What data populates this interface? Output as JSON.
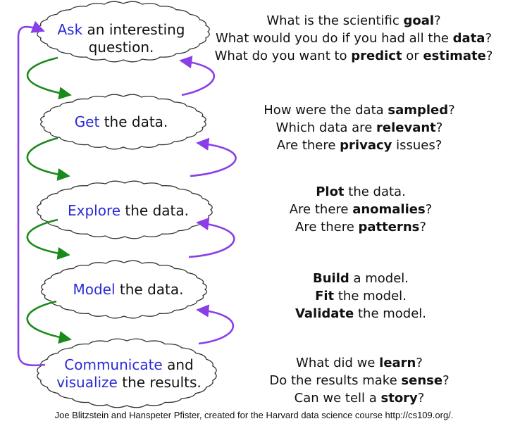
{
  "steps": [
    {
      "keyword": "Ask",
      "rest1": " an interesting",
      "line2": "question."
    },
    {
      "keyword": "Get",
      "rest1": " the data."
    },
    {
      "keyword": "Explore",
      "rest1": " the data."
    },
    {
      "keyword": "Model",
      "rest1": " the data."
    },
    {
      "keyword": "Communicate",
      "rest1": " and",
      "keyword2": "visualize",
      "rest2": " the results."
    }
  ],
  "questions": [
    [
      {
        "pre": "What is the scientific ",
        "bold": "goal",
        "post": "?"
      },
      {
        "pre": "What would you do if you had all the ",
        "bold": "data",
        "post": "?"
      },
      {
        "pre": "What do you want to ",
        "bold": "predict",
        "mid": " or ",
        "bold2": "estimate",
        "post": "?"
      }
    ],
    [
      {
        "pre": "How were the data ",
        "bold": "sampled",
        "post": "?"
      },
      {
        "pre": "Which data are ",
        "bold": "relevant",
        "post": "?"
      },
      {
        "pre": "Are there ",
        "bold": "privacy",
        "post": " issues?"
      }
    ],
    [
      {
        "pre": "",
        "bold": "Plot",
        "post": " the data."
      },
      {
        "pre": "Are there ",
        "bold": "anomalies",
        "post": "?"
      },
      {
        "pre": "Are there ",
        "bold": "patterns",
        "post": "?"
      }
    ],
    [
      {
        "pre": "",
        "bold": "Build",
        "post": " a model."
      },
      {
        "pre": "",
        "bold": "Fit",
        "post": " the model."
      },
      {
        "pre": "",
        "bold": "Validate",
        "post": " the model."
      }
    ],
    [
      {
        "pre": "What did we ",
        "bold": "learn",
        "post": "?"
      },
      {
        "pre": "Do the results make ",
        "bold": "sense",
        "post": "?"
      },
      {
        "pre": "Can we tell a ",
        "bold": "story",
        "post": "?"
      }
    ]
  ],
  "credit": "Joe Blitzstein and Hanspeter Pfister, created for the Harvard data science course http://cs109.org/.",
  "colors": {
    "forward_arrow": "#1a8a1a",
    "back_arrow": "#8a3ee8",
    "keyword": "#2a2ad6",
    "cloud_stroke": "#333333"
  }
}
